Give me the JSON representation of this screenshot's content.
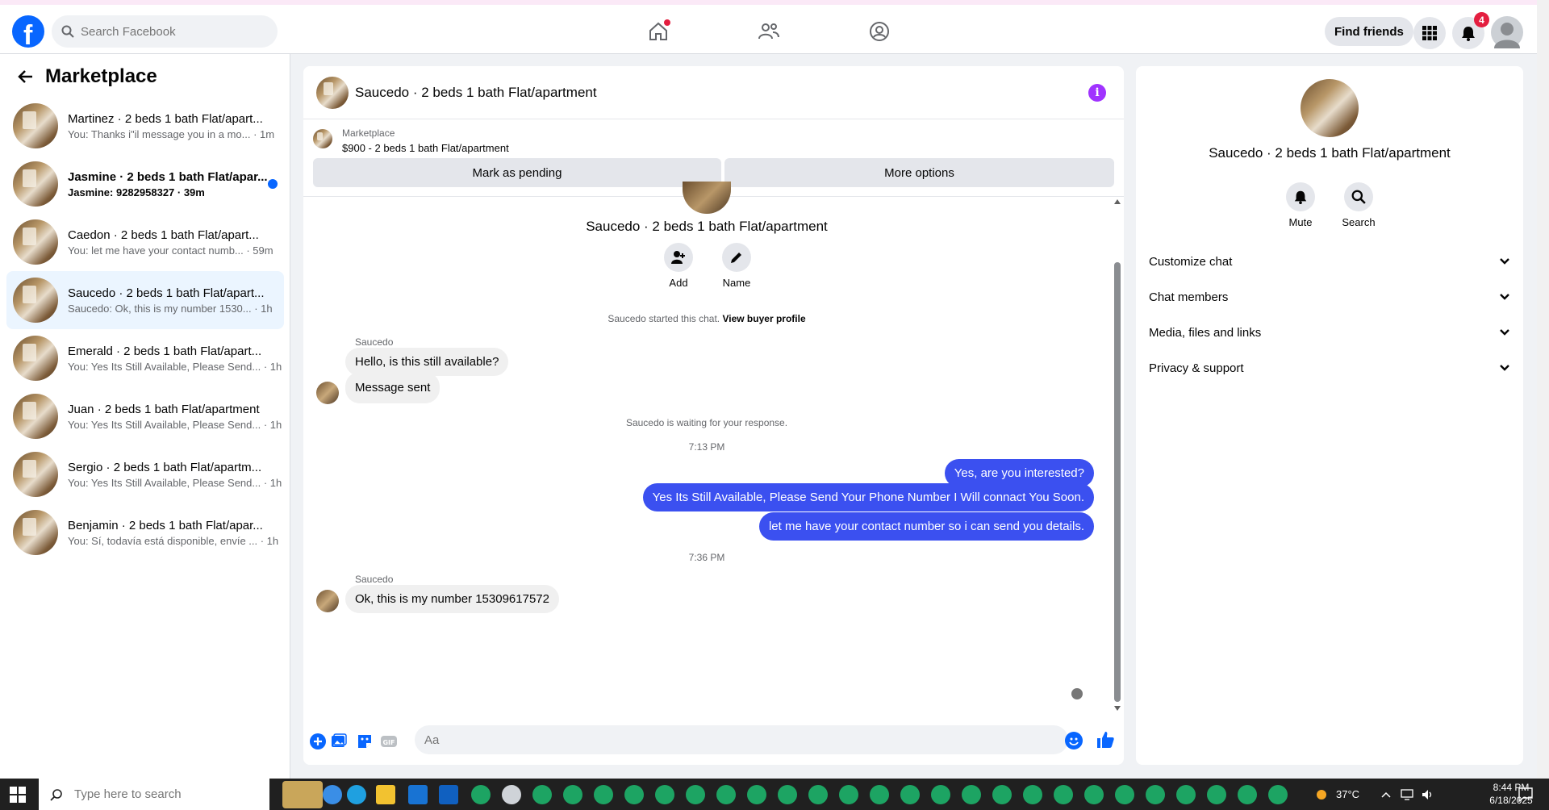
{
  "nav": {
    "search_placeholder": "Search Facebook",
    "find_friends": "Find friends",
    "notification_count": "4"
  },
  "sidebar": {
    "title": "Marketplace",
    "conversations": [
      {
        "title": "Martinez · 2 beds 1 bath Flat/apart...",
        "preview": "You: Thanks i\"il message you in a mo... · 1m",
        "unread": false
      },
      {
        "title": "Jasmine · 2 beds 1 bath Flat/apar...",
        "preview": "Jasmine: 9282958327 · 39m",
        "unread": true
      },
      {
        "title": "Caedon · 2 beds 1 bath Flat/apart...",
        "preview": "You: let me have your contact numb... · 59m",
        "unread": false
      },
      {
        "title": "Saucedo · 2 beds 1 bath Flat/apart...",
        "preview": "Saucedo: Ok, this is my number 1530... · 1h",
        "unread": false
      },
      {
        "title": "Emerald · 2 beds 1 bath Flat/apart...",
        "preview": "You: Yes Its Still Available, Please Send... · 1h",
        "unread": false
      },
      {
        "title": "Juan · 2 beds 1 bath Flat/apartment",
        "preview": "You: Yes Its Still Available, Please Send... · 1h",
        "unread": false
      },
      {
        "title": "Sergio · 2 beds 1 bath Flat/apartm...",
        "preview": "You: Yes Its Still Available, Please Send... · 1h",
        "unread": false
      },
      {
        "title": "Benjamin · 2 beds 1 bath Flat/apar...",
        "preview": "You: Sí, todavía está disponible, envíe ... · 1h",
        "unread": false
      }
    ]
  },
  "chat": {
    "title": "Saucedo · 2 beds 1 bath Flat/apartment",
    "marketplace_label": "Marketplace",
    "listing": "$900 - 2 beds 1 bath Flat/apartment",
    "mark_pending": "Mark as pending",
    "more_options": "More options",
    "intro_name": "Saucedo · 2 beds 1 bath Flat/apartment",
    "add_label": "Add",
    "name_label": "Name",
    "started_text": "Saucedo started this chat.",
    "view_buyer_profile": "View buyer profile",
    "sender": "Saucedo",
    "msg1": "Hello, is this still available?",
    "msg2": "Message sent",
    "waiting": "Saucedo is waiting for your response.",
    "time1": "7:13 PM",
    "out1": "Yes, are you interested?",
    "out2": "Yes Its Still Available, Please Send Your Phone Number I Will connact You Soon.",
    "out3": "let me have your contact number so i can send you details.",
    "time2": "7:36 PM",
    "msg3": "Ok, this is my number 15309617572",
    "composer_placeholder": "Aa"
  },
  "info_panel": {
    "name": "Saucedo · 2 beds 1 bath Flat/apartment",
    "mute": "Mute",
    "search": "Search",
    "sections": [
      "Customize chat",
      "Chat members",
      "Media, files and links",
      "Privacy & support"
    ]
  },
  "taskbar": {
    "search_placeholder": "Type here to search",
    "temperature": "37°C",
    "time": "8:44 PM",
    "date": "6/18/2025"
  },
  "colors": {
    "brand": "#0866ff",
    "outgoing_bubble": "#3b50f0",
    "info_purple": "#a033ff",
    "alert_red": "#e41e3f"
  }
}
